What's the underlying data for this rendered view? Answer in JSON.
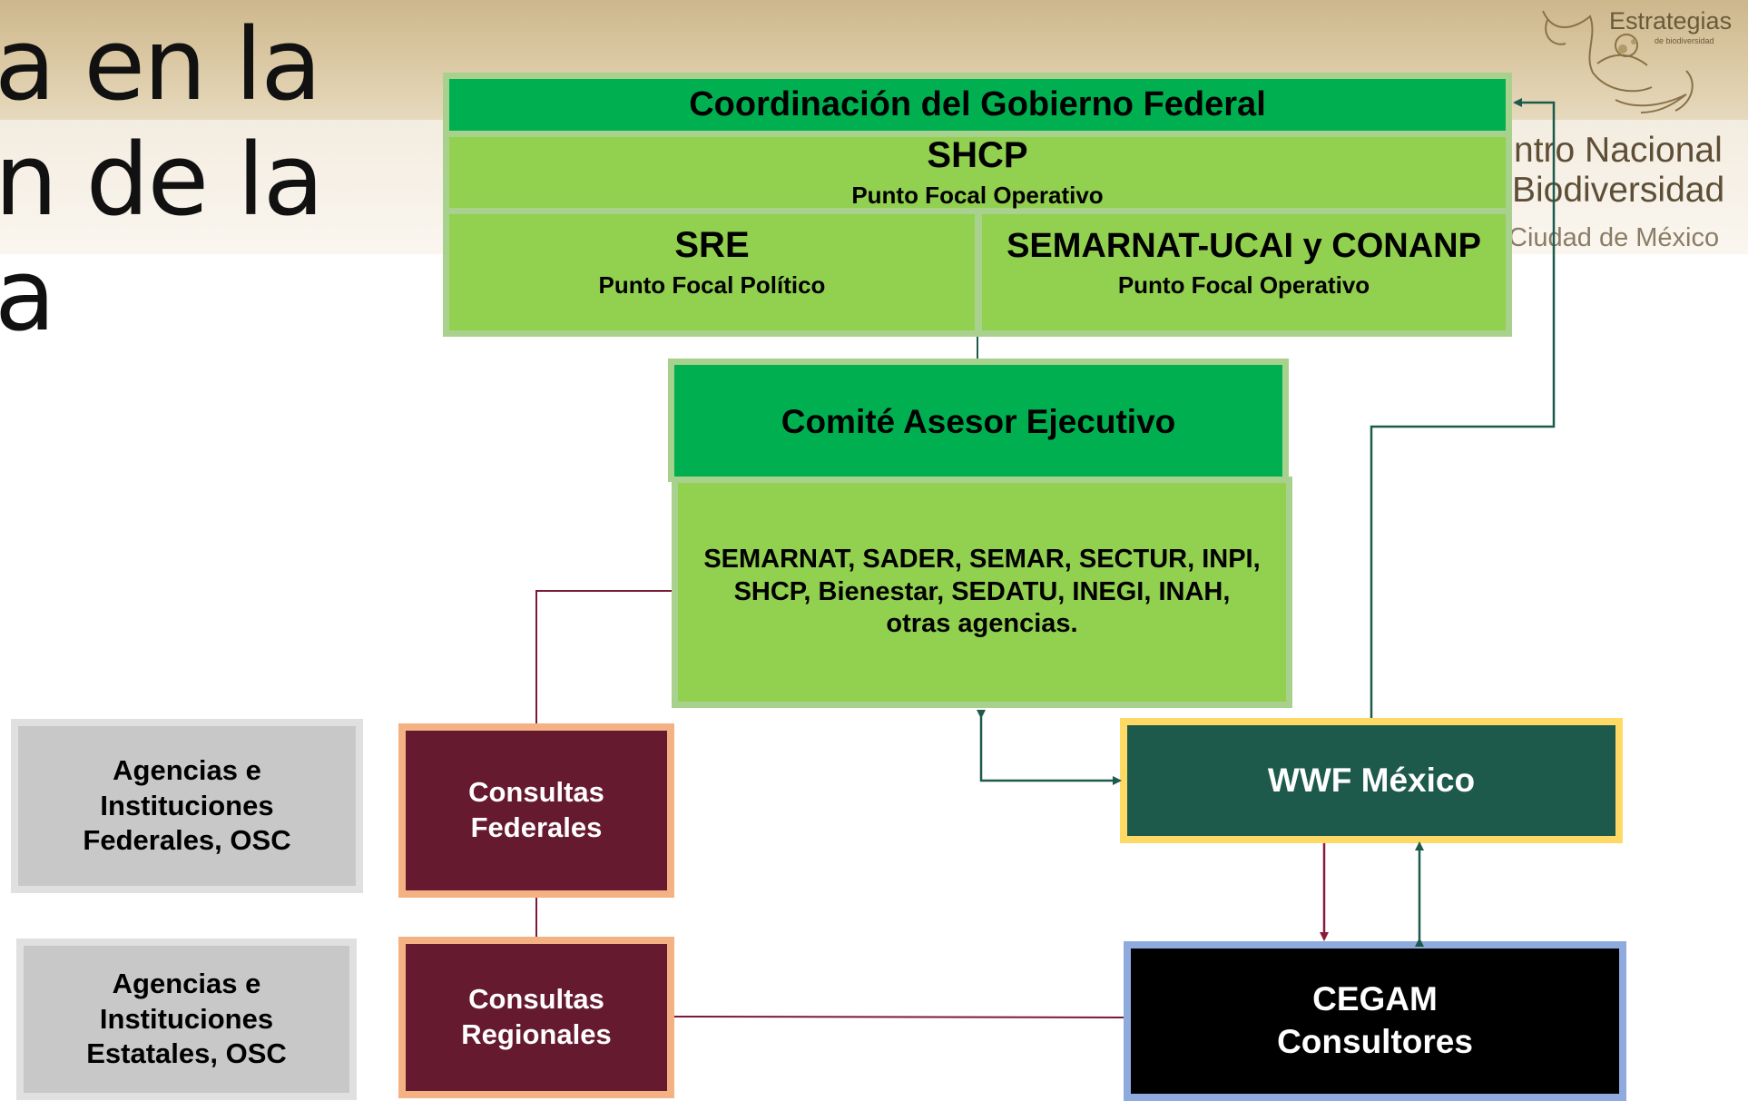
{
  "slide": {
    "title_lines": [
      "a en la",
      "n de la",
      "a"
    ],
    "organization": {
      "logo_text": "Estrategias",
      "logo_subtext": "de biodiversidad",
      "name_line1": "ntro Nacional",
      "name_line2": "Biodiversidad",
      "location": "Ciudad de México"
    }
  },
  "diagram": {
    "coord_header": "Coordinación del Gobierno Federal",
    "shcp": {
      "title": "SHCP",
      "subtitle": "Punto Focal Operativo"
    },
    "sre": {
      "title": "SRE",
      "subtitle": "Punto Focal Político"
    },
    "semarnat": {
      "title": "SEMARNAT-UCAI y CONANP",
      "subtitle": "Punto Focal Operativo"
    },
    "comite_header": "Comité Asesor Ejecutivo",
    "comite_members_lines": [
      "SEMARNAT, SADER, SEMAR, SECTUR, INPI,",
      "SHCP, Bienestar, SEDATU, INEGI, INAH,",
      "otras agencias."
    ],
    "agencias_federales_lines": [
      "Agencias e",
      "Instituciones",
      "Federales, OSC"
    ],
    "agencias_estatales_lines": [
      "Agencias e",
      "Instituciones",
      "Estatales, OSC"
    ],
    "consultas_federales_lines": [
      "Consultas",
      "Federales"
    ],
    "consultas_regionales_lines": [
      "Consultas",
      "Regionales"
    ],
    "wwf": "WWF México",
    "cegam_lines": [
      "CEGAM",
      "Consultores"
    ]
  },
  "colors": {
    "dark_green": "#00b050",
    "light_green": "#92d050",
    "green_border": "#a9d18e",
    "maroon": "#661a30",
    "orange_border": "#f4b183",
    "wwf_green": "#1e5a4b",
    "wwf_border": "#ffd966",
    "cegam_border": "#8faadc",
    "grey_box": "#c8c8c8",
    "grey_border": "#e0e0e0",
    "arrow_teal": "#1e5a4b",
    "arrow_maroon": "#8a1a3a"
  }
}
